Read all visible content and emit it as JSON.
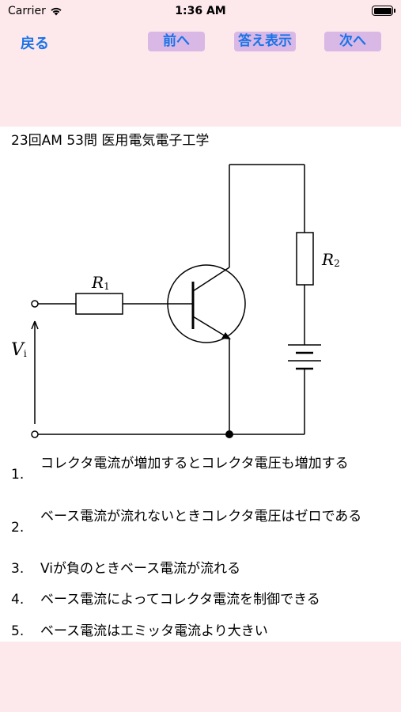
{
  "status_bar": {
    "carrier": "Carrier",
    "time": "1:36 AM",
    "icons": [
      "wifi-icon",
      "battery-icon"
    ]
  },
  "nav": {
    "back_label": "戻る",
    "prev_label": "前へ",
    "answer_label": "答え表示",
    "next_label": "次へ"
  },
  "question": {
    "title": "23回AM 53問 医用電気電子工学"
  },
  "circuit": {
    "r1_label": "R",
    "r1_sub": "1",
    "r2_label": "R",
    "r2_sub": "2",
    "vi_label": "V",
    "vi_sub": "i"
  },
  "choices": [
    {
      "num": "1.",
      "text": "コレクタ電流が増加するとコレクタ電圧も増加する"
    },
    {
      "num": "2.",
      "text": "ベース電流が流れないときコレクタ電圧はゼロである"
    },
    {
      "num": "3.",
      "text": "Viが負のときベース電流が流れる"
    },
    {
      "num": "4.",
      "text": "ベース電流によってコレクタ電流を制御できる"
    },
    {
      "num": "5.",
      "text": "ベース電流はエミッタ電流より大きい"
    }
  ],
  "colors": {
    "background": "#fde8ec",
    "accent": "#1a73e8",
    "button_bg": "#d9b8e6"
  }
}
